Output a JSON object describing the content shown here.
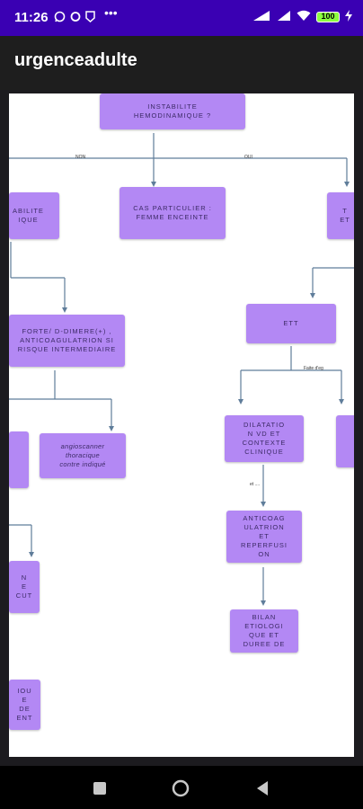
{
  "status": {
    "time": "11:26",
    "battery": "100"
  },
  "app": {
    "title": "urgenceadulte"
  },
  "flow": {
    "top": "INSTABILITE\nHEMODINAMIQUE ?",
    "edge_non": "NON",
    "edge_oui": "OUI",
    "left_mid": "ABILITE\nIQUE",
    "special": "CAS PARTICULIER :\nFEMME ENCEINTE",
    "right_top": "T\nET",
    "forte": "FORTE/ D-DIMERE(+) ,\nANTICOAGULATRION SI\nRISQUE INTERMEDIAIRE",
    "angio": "angioscanner\nthoracique\ncontre indiqué",
    "ett": "ETT",
    "faite": "Faite d'eg",
    "dilatation": "DILATATIO\nN VD ET\nCONTEXTE\nCLINIQUE",
    "et_minor": "et  ....",
    "anticoag": "ANTICOAG\nULATRION\nET\nREPERFUSI\nON",
    "bilan": "BILAN\nETIOLOGI\nQUE ET\nDUREE DE",
    "left_n": "N\nE\nCUT",
    "left_u": "IOU\nE\nDE\nENT"
  }
}
